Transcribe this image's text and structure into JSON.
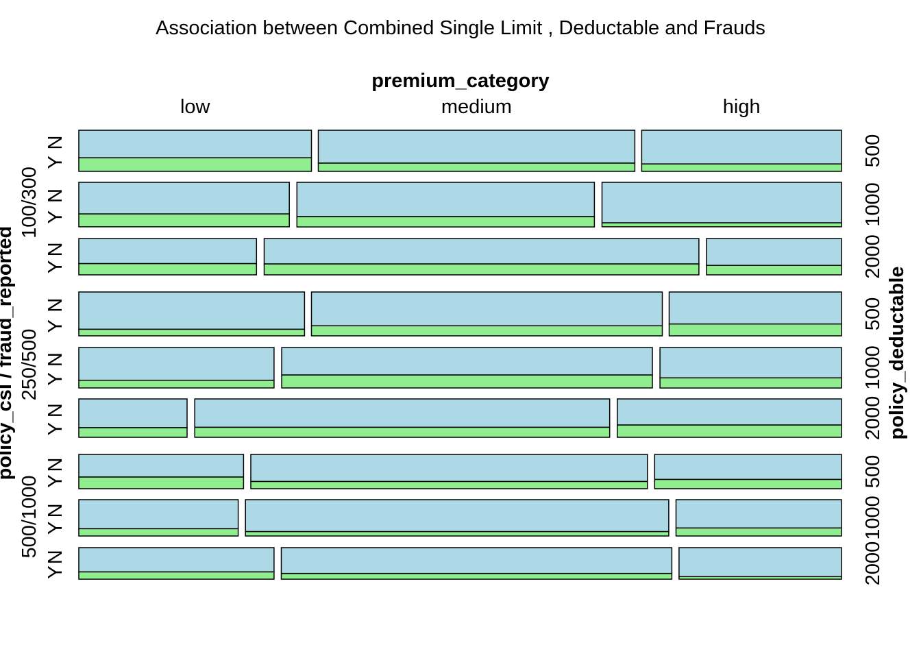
{
  "chart_data": {
    "type": "mosaic",
    "title": "Association between Combined Single Limit , Deductable and Frauds",
    "top_axis_label": "premium_category",
    "left_axis_label": "policy_csl / fraud_reported",
    "right_axis_label": "policy_deductable",
    "premium_categories": [
      "low",
      "medium",
      "high"
    ],
    "fraud_levels": [
      "N",
      "Y"
    ],
    "colors": {
      "N": "#add8e6",
      "Y": "#90ee90",
      "border": "#000000"
    },
    "groups": [
      {
        "csl": "100/300",
        "rows": [
          {
            "deductable": "500",
            "shares": [
              0.305,
              0.415,
              0.262
            ],
            "fraud_Y": [
              0.33,
              0.2,
              0.18
            ]
          },
          {
            "deductable": "1000",
            "shares": [
              0.276,
              0.39,
              0.314
            ],
            "fraud_Y": [
              0.29,
              0.23,
              0.09
            ]
          },
          {
            "deductable": "2000",
            "shares": [
              0.233,
              0.57,
              0.177
            ],
            "fraud_Y": [
              0.31,
              0.3,
              0.26
            ]
          }
        ]
      },
      {
        "csl": "250/500",
        "rows": [
          {
            "deductable": "500",
            "shares": [
              0.296,
              0.46,
              0.226
            ],
            "fraud_Y": [
              0.15,
              0.23,
              0.27
            ]
          },
          {
            "deductable": "1000",
            "shares": [
              0.256,
              0.486,
              0.238
            ],
            "fraud_Y": [
              0.19,
              0.32,
              0.25
            ]
          },
          {
            "deductable": "2000",
            "shares": [
              0.142,
              0.544,
              0.294
            ],
            "fraud_Y": [
              0.25,
              0.26,
              0.32
            ]
          }
        ]
      },
      {
        "csl": "500/1000",
        "rows": [
          {
            "deductable": "500",
            "shares": [
              0.216,
              0.52,
              0.245
            ],
            "fraud_Y": [
              0.34,
              0.21,
              0.27
            ]
          },
          {
            "deductable": "1000",
            "shares": [
              0.209,
              0.555,
              0.217
            ],
            "fraud_Y": [
              0.2,
              0.12,
              0.22
            ]
          },
          {
            "deductable": "2000",
            "shares": [
              0.256,
              0.512,
              0.213
            ],
            "fraud_Y": [
              0.23,
              0.18,
              0.08
            ]
          }
        ]
      }
    ]
  }
}
